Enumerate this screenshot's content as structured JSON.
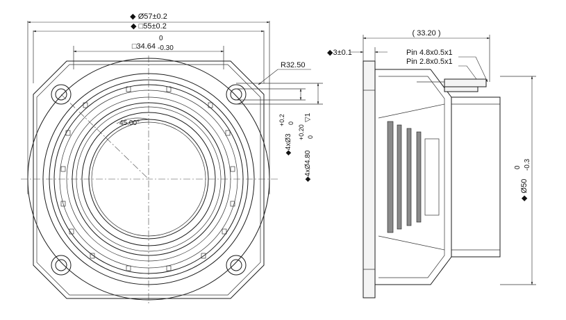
{
  "front_view": {
    "dim_outer_diameter": "◆ Ø57±0.2",
    "dim_frame_square": "◆ □55±0.2",
    "dim_inner_square_value": "□34.64",
    "dim_inner_square_tol_upper": "0",
    "dim_inner_square_tol_lower": "-0.30",
    "dim_corner_radius": "R32.50",
    "angle_label": "45.00°",
    "hole_dim_a": "◆4xØ3",
    "hole_dim_a_tol_upper": "+0.2",
    "hole_dim_a_tol_lower": "0",
    "hole_dim_b": "◆4xØ4.80",
    "hole_dim_b_tol_upper": "+0.20",
    "hole_dim_b_tol_lower": "0",
    "hole_dim_b_depth": "▽1"
  },
  "side_view": {
    "dim_depth": "( 33.20 )",
    "dim_flange": "◆3±0.1",
    "pin_large": "Pin 4.8x0.5x1",
    "pin_small": "Pin 2.8x0.5x1",
    "dim_magnet_diameter": "◆ Ø50",
    "dim_magnet_tol_upper": "0",
    "dim_magnet_tol_lower": "-0.3"
  }
}
